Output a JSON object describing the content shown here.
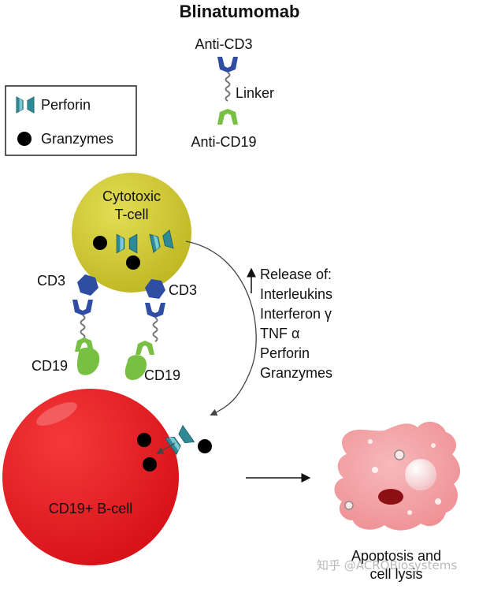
{
  "title": "Blinatumomab",
  "antibody": {
    "anti_cd3": "Anti-CD3",
    "linker": "Linker",
    "anti_cd19": "Anti-CD19"
  },
  "legend": {
    "perforin": "Perforin",
    "granzymes": "Granzymes"
  },
  "tcell": {
    "line1": "Cytotoxic",
    "line2": "T-cell"
  },
  "receptors": {
    "cd3_left": "CD3",
    "cd3_right": "CD3",
    "cd19_left": "CD19",
    "cd19_right": "CD19"
  },
  "release": {
    "heading": "Release of:",
    "items": [
      "Interleukins",
      "Interferon γ",
      "TNF α",
      "Perforin",
      "Granzymes"
    ]
  },
  "bcell": {
    "label": "CD19+ B-cell"
  },
  "outcome": {
    "line1": "Apoptosis and",
    "line2": "cell lysis"
  },
  "watermark": "知乎 @ACROBiosystems",
  "colors": {
    "tcell_fill": "#ccc628",
    "bcell_fill": "#e8161c",
    "cd3_blue": "#2f4ea3",
    "cd19_green": "#77c043",
    "perforin_teal": "#2e8a96",
    "lysed_cell_pink": "#f4a9ab"
  }
}
